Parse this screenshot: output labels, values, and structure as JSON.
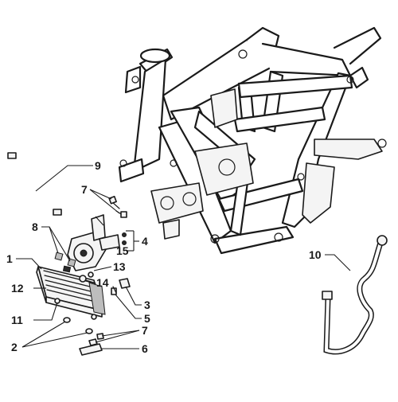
{
  "diagram": {
    "colors": {
      "line": "#1a1a1a",
      "fill": "#ffffff",
      "shade": "#bdbdbd"
    },
    "callouts": [
      {
        "id": "c1",
        "label": "1"
      },
      {
        "id": "c2",
        "label": "2"
      },
      {
        "id": "c3",
        "label": "3"
      },
      {
        "id": "c4",
        "label": "4"
      },
      {
        "id": "c5",
        "label": "5"
      },
      {
        "id": "c6",
        "label": "6"
      },
      {
        "id": "c7a",
        "label": "7"
      },
      {
        "id": "c7b",
        "label": "7"
      },
      {
        "id": "c8",
        "label": "8"
      },
      {
        "id": "c9",
        "label": "9"
      },
      {
        "id": "c10",
        "label": "10"
      },
      {
        "id": "c11",
        "label": "11"
      },
      {
        "id": "c12",
        "label": "12"
      },
      {
        "id": "c13",
        "label": "13"
      },
      {
        "id": "c14",
        "label": "14"
      },
      {
        "id": "c15",
        "label": "15"
      }
    ]
  }
}
